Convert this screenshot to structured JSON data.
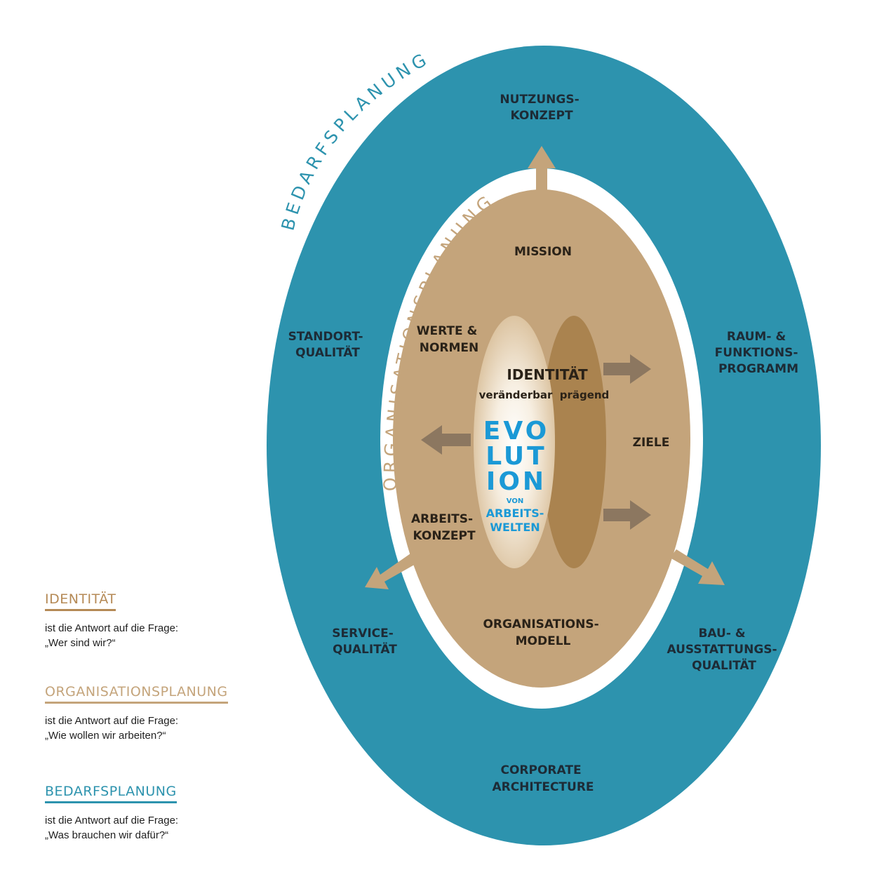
{
  "colors": {
    "outer": "#2d93ae",
    "middle": "#c4a47b",
    "inner_dark": "#aa834f",
    "inner_light": "#f2e8da",
    "arrow_outer": "#c4a47b",
    "arrow_inner": "#8c7760",
    "evolution_blue": "#1b99d6",
    "bedarf_text": "#2d93ae",
    "org_text": "#c4a47b"
  },
  "ring_labels": {
    "outer": "BEDARFSPLANUNG",
    "middle": "ORGANISATIONSPLANUNG"
  },
  "outer_labels": {
    "nutzung": [
      "NUTZUNGS-",
      "KONZEPT"
    ],
    "standort": [
      "STANDORT-",
      "QUALITÄT"
    ],
    "raum": [
      "RAUM- &",
      "FUNKTIONS-",
      "PROGRAMM"
    ],
    "service": [
      "SERVICE-",
      "QUALITÄT"
    ],
    "bau": [
      "BAU- &",
      "AUSSTATTUNGS-",
      "QUALITÄT"
    ],
    "corporate": [
      "CORPORATE",
      "ARCHITECTURE"
    ]
  },
  "middle_labels": {
    "mission": "MISSION",
    "werte": [
      "WERTE &",
      "NORMEN"
    ],
    "ziele": "ZIELE",
    "arbeits": [
      "ARBEITS-",
      "KONZEPT"
    ],
    "organisation": [
      "ORGANISATIONS-",
      "MODELL"
    ]
  },
  "core": {
    "title": "IDENTITÄT",
    "left_word": "veränderbar",
    "right_word": "prägend",
    "evolution": [
      "EVO",
      "LUT",
      "ION"
    ],
    "sub": [
      "VON",
      "ARBEITS-",
      "WELTEN"
    ]
  },
  "legend": [
    {
      "title": "IDENTITÄT",
      "color": "#b58a56",
      "lines": [
        "ist die Antwort auf die Frage:",
        "„Wer sind wir?“"
      ]
    },
    {
      "title": "ORGANISATIONSPLANUNG",
      "color": "#c4a47b",
      "lines": [
        "ist die Antwort auf die Frage:",
        "„Wie wollen wir arbeiten?“"
      ]
    },
    {
      "title": "BEDARFSPLANUNG",
      "color": "#2d93ae",
      "lines": [
        "ist die Antwort auf die Frage:",
        "„Was brauchen wir dafür?“"
      ]
    }
  ]
}
